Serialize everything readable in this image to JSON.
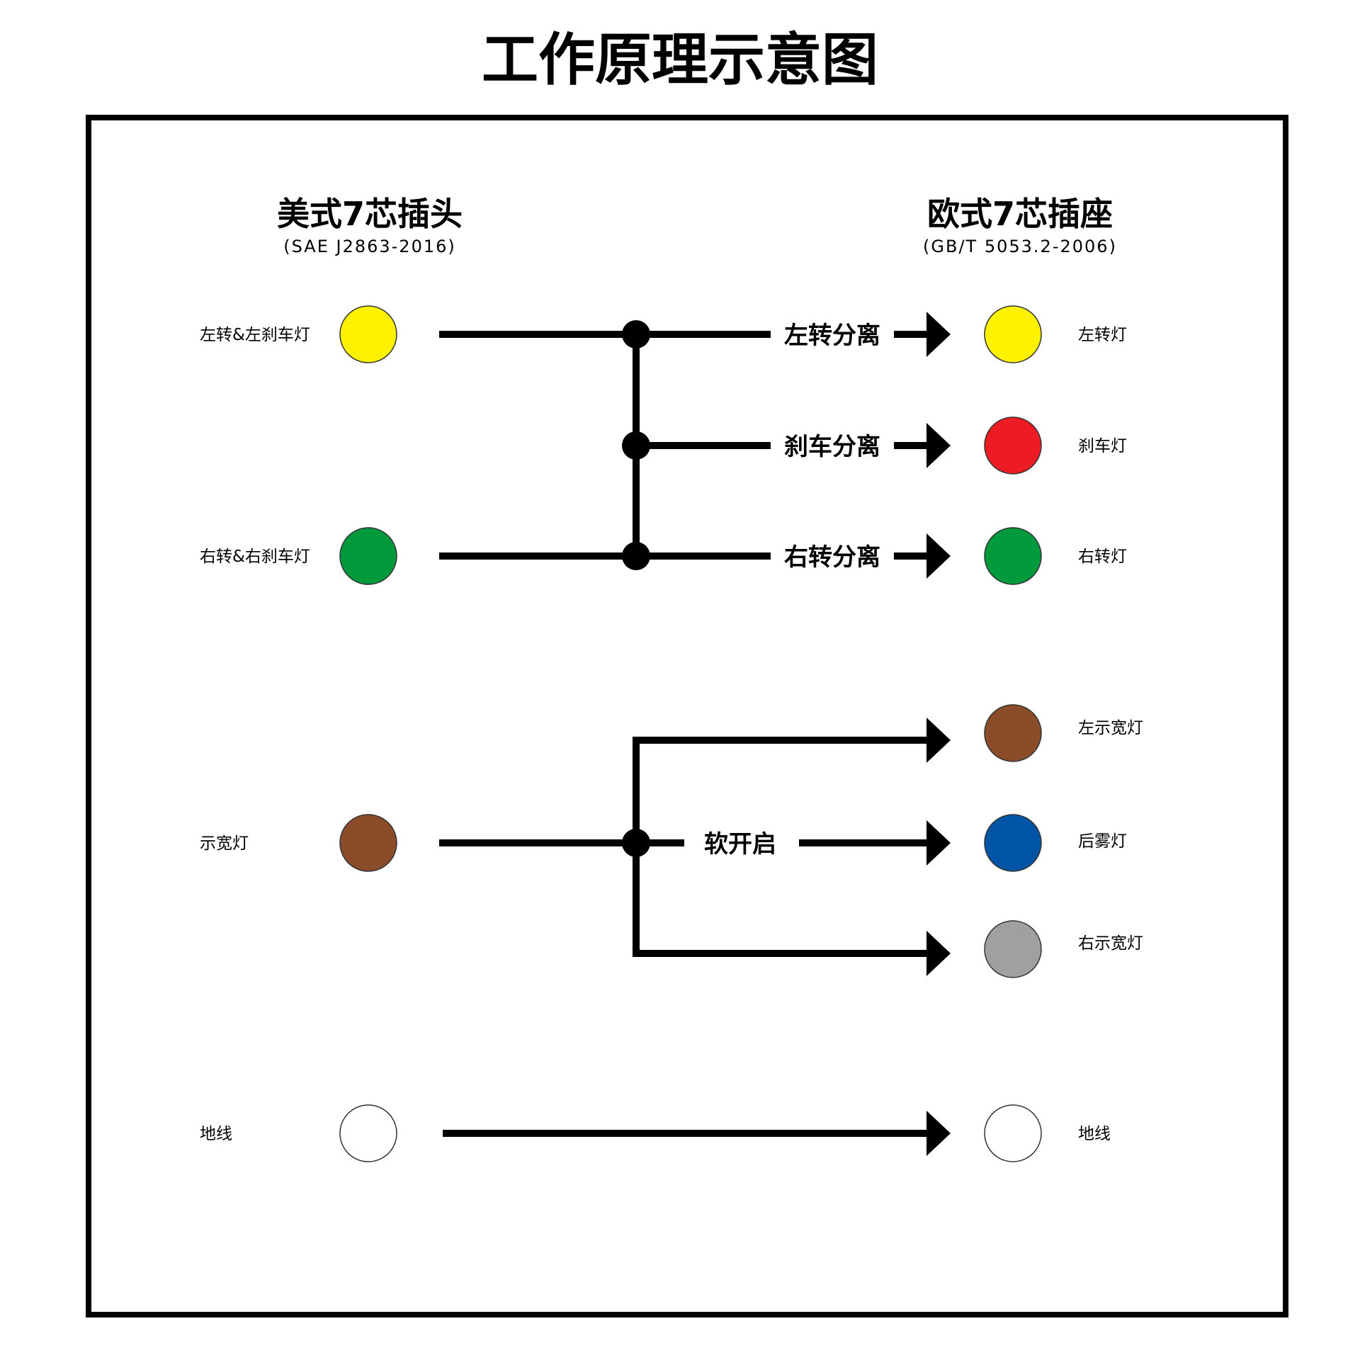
{
  "title": "工作原理示意图",
  "left_connector": {
    "name": "美式7芯插头",
    "standard": "(SAE J2863-2016)",
    "pins": [
      {
        "label": "左转&左刹车灯",
        "color": "#FFF200"
      },
      {
        "label": "右转&右刹车灯",
        "color": "#009A3D"
      },
      {
        "label": "示宽灯",
        "color": "#8B4C2A"
      },
      {
        "label": "地线",
        "color": "#FFFFFF"
      }
    ]
  },
  "right_connector": {
    "name": "欧式7芯插座",
    "standard": "(GB/T 5053.2-2006)",
    "pins": [
      {
        "label": "左转灯",
        "color": "#FFF200"
      },
      {
        "label": "刹车灯",
        "color": "#ED1C24"
      },
      {
        "label": "右转灯",
        "color": "#009A3D"
      },
      {
        "label": "左示宽灯",
        "color": "#8B4C2A"
      },
      {
        "label": "后雾灯",
        "color": "#0054A6"
      },
      {
        "label": "右示宽灯",
        "color": "#A0A0A0"
      },
      {
        "label": "地线",
        "color": "#FFFFFF"
      }
    ]
  },
  "splitters": {
    "left_turn": "左转分离",
    "brake": "刹车分离",
    "right_turn": "右转分离",
    "soft_start": "软开启"
  }
}
